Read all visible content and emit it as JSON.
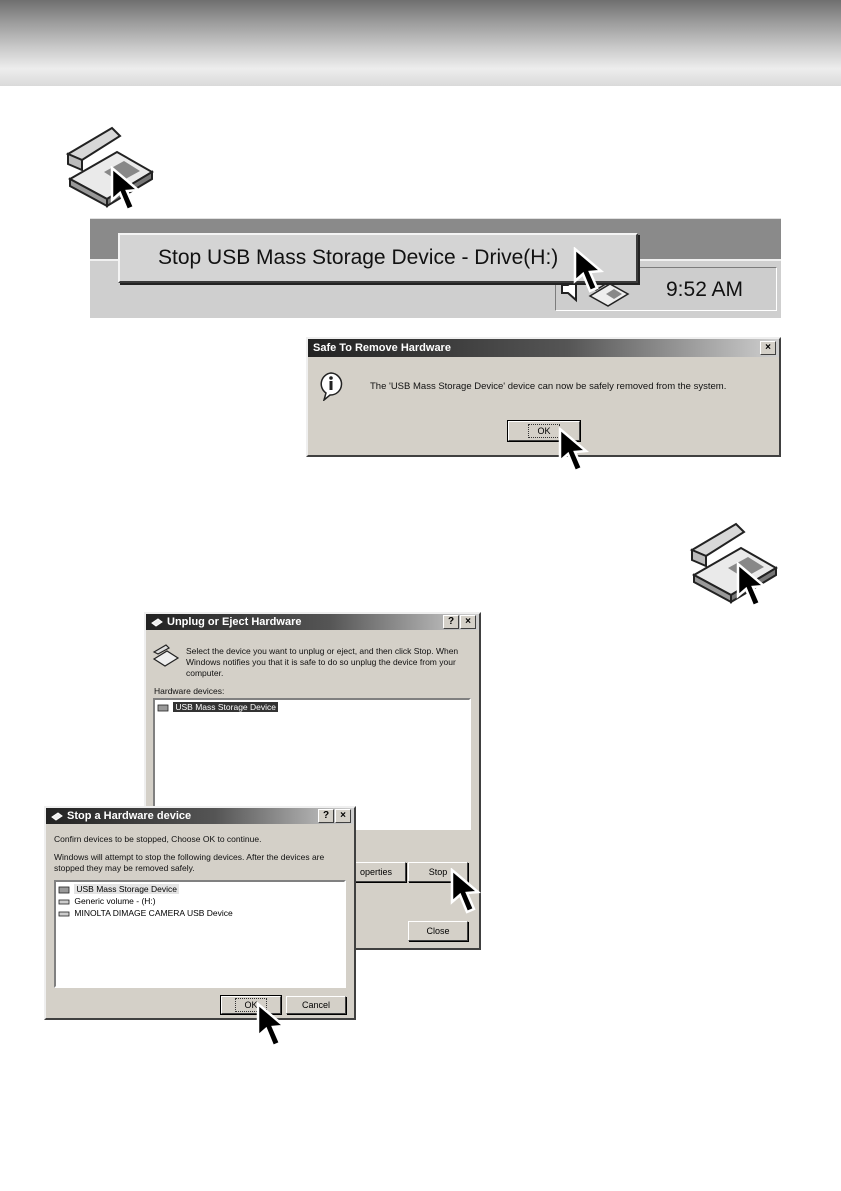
{
  "taskbar": {
    "menu_item": "Stop USB Mass Storage Device - Drive(H:)",
    "clock": "9:52 AM"
  },
  "safe_dialog": {
    "title": "Safe To Remove Hardware",
    "close": "×",
    "message": "The 'USB Mass Storage Device' device can now be safely removed from the system.",
    "ok_label": "OK"
  },
  "unplug_dialog": {
    "title": "Unplug or Eject Hardware",
    "help": "?",
    "close": "×",
    "instructions": "Select the device you want to unplug or eject, and then click Stop. When Windows notifies you that it is safe to do so unplug the device from your computer.",
    "devices_label": "Hardware devices:",
    "devices": [
      "USB Mass Storage Device"
    ],
    "properties_label": "operties",
    "stop_label": "Stop",
    "close_label": "Close"
  },
  "stop_dialog": {
    "title": "Stop a Hardware device",
    "help": "?",
    "close": "×",
    "confirm_text": "Confirn devices to be stopped, Choose OK to continue.",
    "warning_text": "Windows will attempt to stop the following devices. After the devices are stopped they may be removed safely.",
    "devices": [
      "USB Mass Storage Device",
      "Generic volume - (H:)",
      "MINOLTA DIMAGE  CAMERA USB Device"
    ],
    "ok_label": "OK",
    "cancel_label": "Cancel"
  }
}
